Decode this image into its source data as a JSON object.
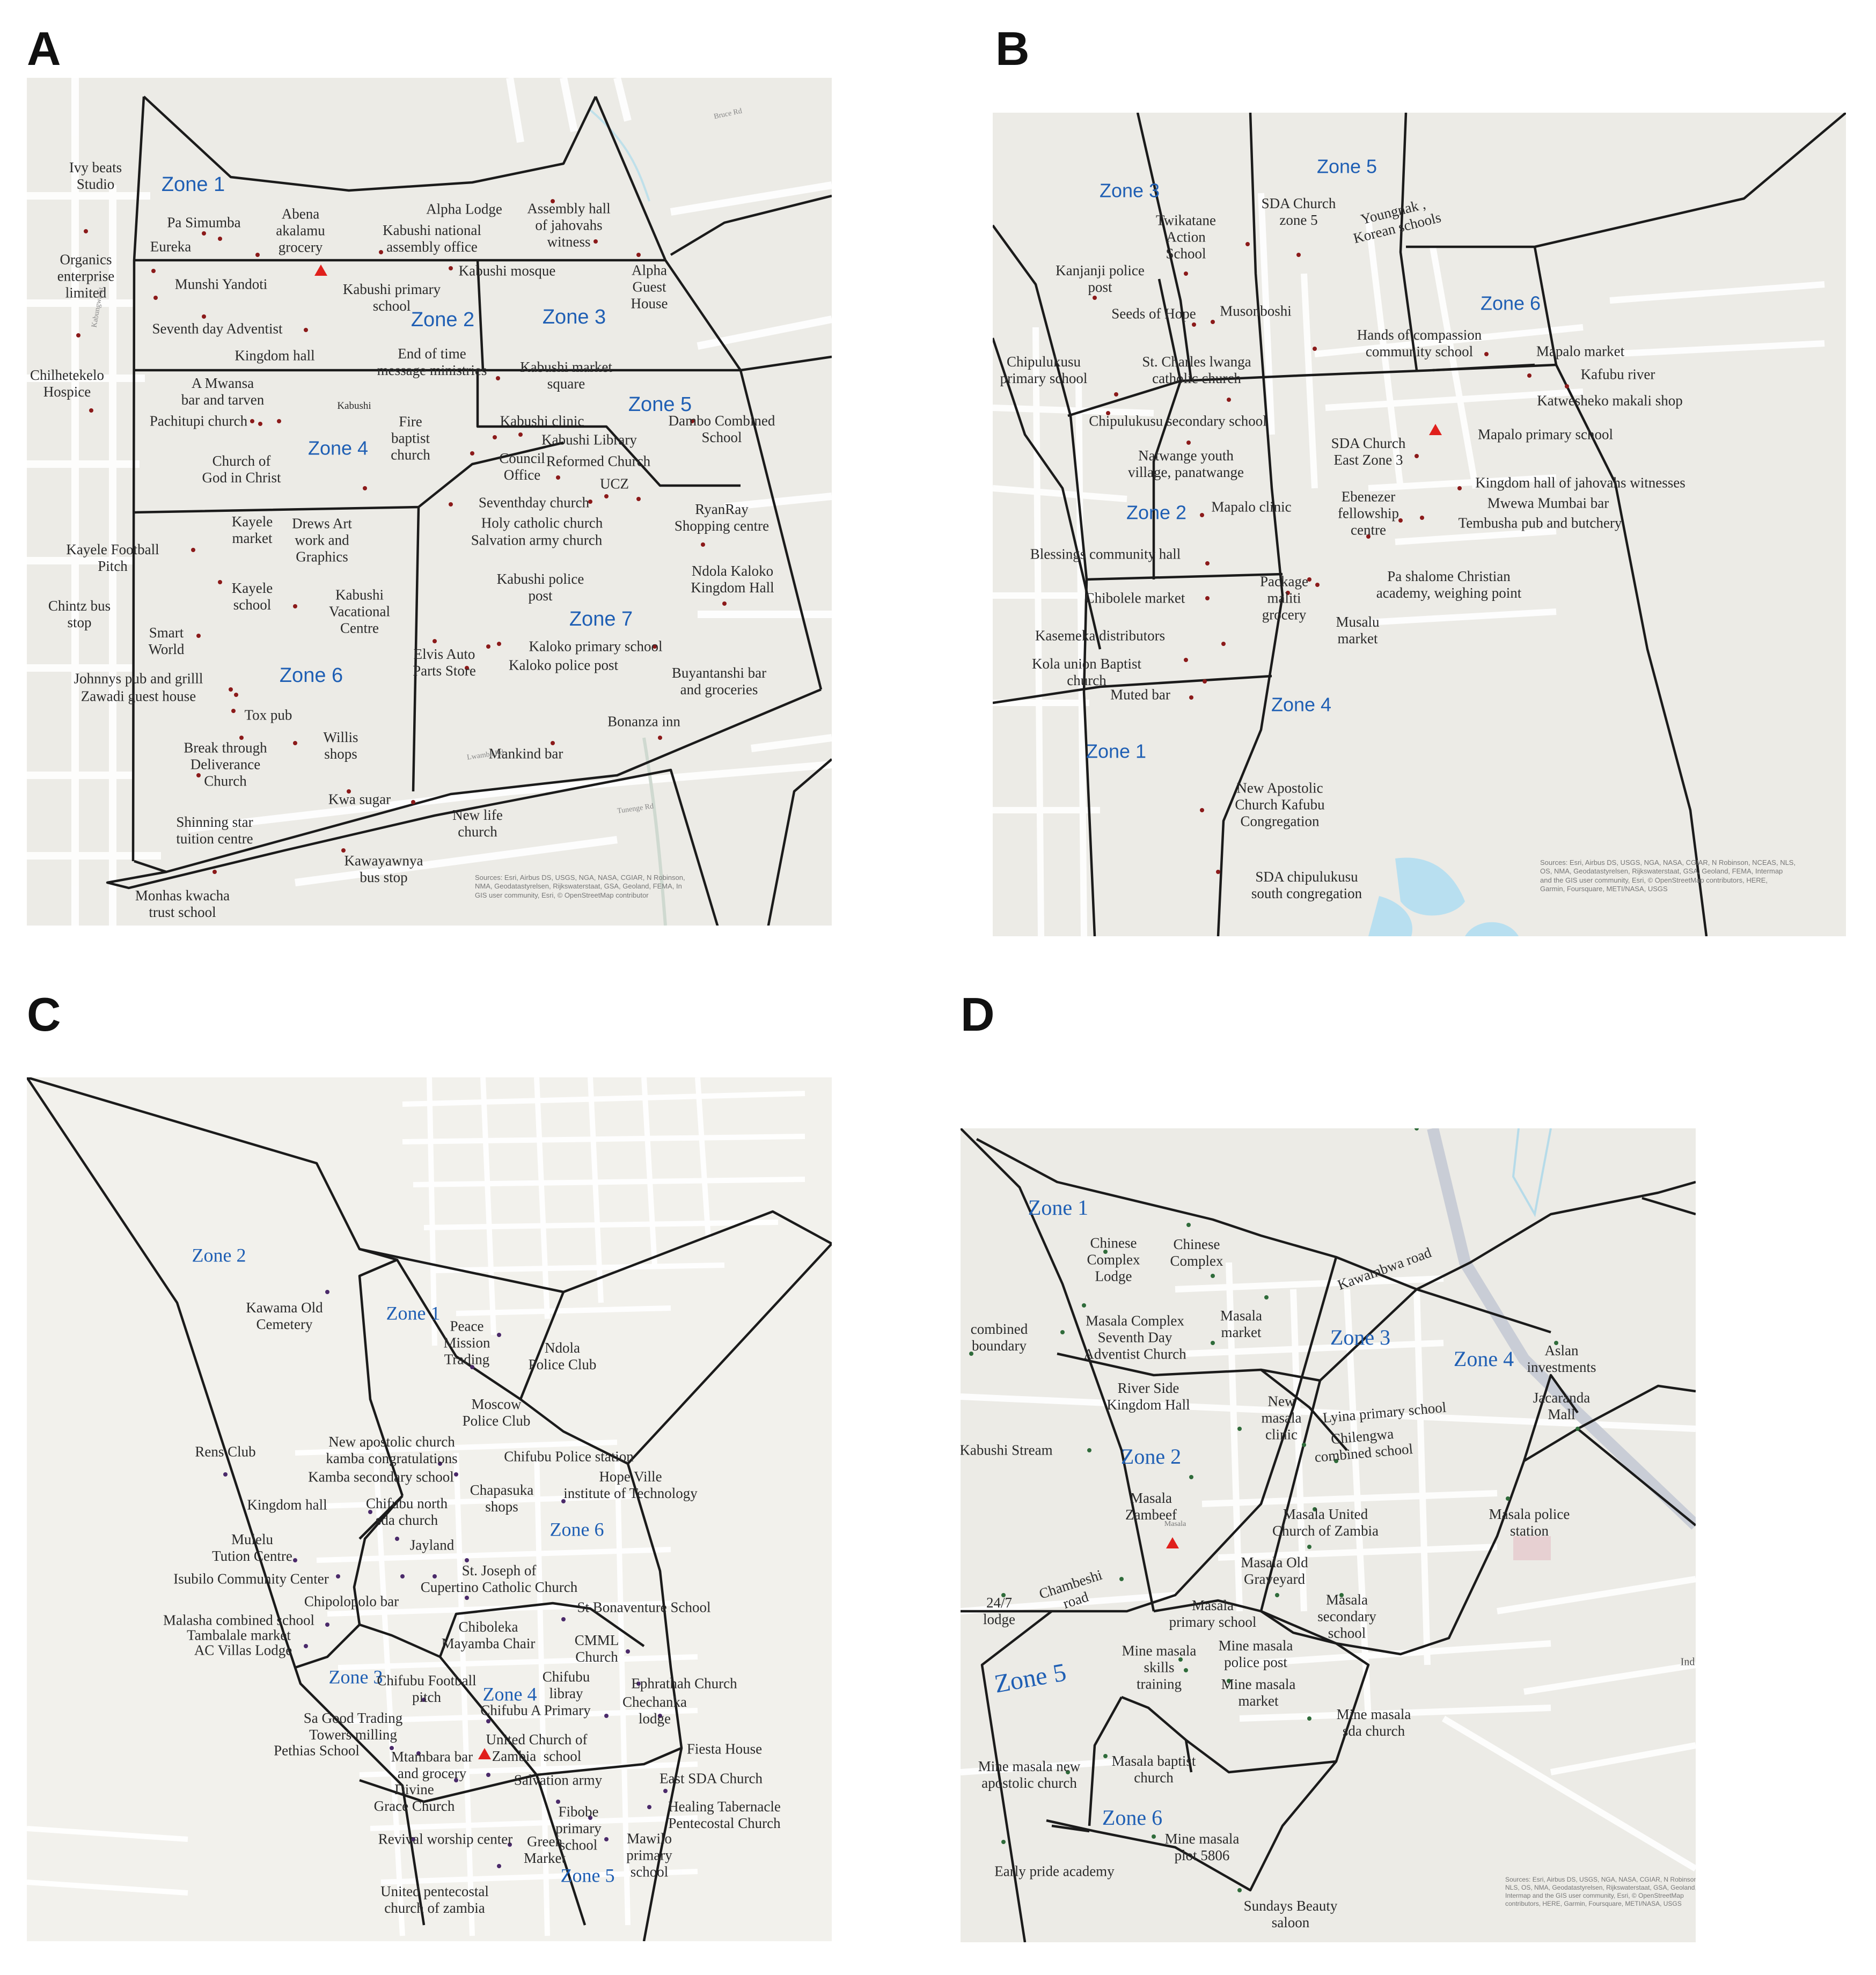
{
  "panels": {
    "a": {
      "letter": "A",
      "zones": [
        "Zone 1",
        "Zone 2",
        "Zone 3",
        "Zone 4",
        "Zone 5",
        "Zone 6",
        "Zone 7"
      ],
      "places": [
        "Ivy beats\nStudio",
        "Pa Simumba",
        "Abena\nakalamu\ngrocery",
        "Alpha Lodge",
        "Assembly hall\nof jahovahs\nwitness",
        "Kabushi national\nassembly office",
        "Eureka",
        "Organics\nenterprise\nlimited",
        "Alpha\nGuest\nHouse",
        "Munshi Yandoti",
        "Kabushi primary\nschool",
        "Kabushi mosque",
        "Seventh day Adventist",
        "Kingdom hall",
        "End of time\nmessage ministries",
        "Kabushi market\nsquare",
        "Chilhetekelo\nHospice",
        "A Mwansa\nbar and tarven",
        "Kabushi",
        "Pachitupi church",
        "Fire\nbaptist\nchurch",
        "Kabushi clinic",
        "Kabushi Library",
        "Dambo Combined\nSchool",
        "Church of\nGod in Christ",
        "Council\nOffice",
        "Reformed Church",
        "UCZ",
        "Seventhday church",
        "RyanRay\nShopping centre",
        "Kayele Football\nPitch",
        "Kayele\nmarket",
        "Drews Art\nwork and\nGraphics",
        "Holy catholic church",
        "Salvation army church",
        "Ndola Kaloko\nKingdom Hall",
        "Kayele\nschool",
        "Chintz bus\nstop",
        "Kabushi\nVacational\nCentre",
        "Kabushi police\npost",
        "Smart\nWorld",
        "Elvis Auto\nParts Store",
        "Kaloko primary school",
        "Kaloko police post",
        "Buyantanshi bar\nand groceries",
        "Johnnys pub and grilll",
        "Zawadi guest house",
        "Tox pub",
        "Willis\nshops",
        "Break through\nDeliverance\nChurch",
        "Bonanza inn",
        "Mankind bar",
        "Kwa sugar",
        "New life\nchurch",
        "Shinning star\ntuition centre",
        "Kawayawnya\nbus stop",
        "Monhas kwacha\ntrust school"
      ],
      "streets": [
        "Bruce Rd",
        "Kabungwa St",
        "Lwamba Rd",
        "Tunenge Rd"
      ],
      "attribution": "Sources: Esri, Airbus DS, USGS, NGA, NASA, CGIAR, N Robinson,\nNMA, Geodatastyrelsen, Rijkswaterstaat, GSA, Geoland, FEMA, In\nGIS user community, Esri, © OpenStreetMap contributor"
    },
    "b": {
      "letter": "B",
      "zones": [
        "Zone 1",
        "Zone 2",
        "Zone 3",
        "Zone 4",
        "Zone 5",
        "Zone 6"
      ],
      "places": [
        "Twikatane\nAction\nSchool",
        "SDA Church\nzone 5",
        "Youngnak ,\nKorean schools",
        "Kanjanji police\npost",
        "Seeds of Hope",
        "Musonboshi",
        "Hands of compassion\ncommunity school",
        "Mapalo market",
        "Chipulukusu\nprimary school",
        "St. Charles lwanga\ncatholic church",
        "Kafubu river",
        "Katwesheko makali shop",
        "Chipulukusu secondary school",
        "SDA Church\nEast Zone 3",
        "Mapalo primary school",
        "Natwange youth\nvillage, panatwange",
        "Kingdom hall of jahovahs witnesses",
        "Mapalo clinic",
        "Ebenezer\nfellowship\ncentre",
        "Mwewa Mumbai bar",
        "Tembusha pub and butchery",
        "Blessings community hall",
        "Pa shalome Christian\nacademy, weighing point",
        "Chibolele market",
        "Package\nmaliti\ngrocery",
        "Kasemeka distributors",
        "Musalu\nmarket",
        "Kola union Baptist\nchurch",
        "Muted bar",
        "New Apostolic\nChurch Kafubu\nCongregation",
        "SDA chipulukusu\nsouth congregation"
      ],
      "attribution": "Sources: Esri, Airbus DS, USGS, NGA, NASA, CGIAR, N Robinson, NCEAS, NLS,\nOS, NMA, Geodatastyrelsen, Rijkswaterstaat, GSA, Geoland, FEMA, Intermap\nand the GIS user community, Esri, © OpenStreetMap contributors, HERE,\nGarmin, Foursquare, METI/NASA, USGS"
    },
    "c": {
      "letter": "C",
      "zones": [
        "Zone 1",
        "Zone 2",
        "Zone 3",
        "Zone 4",
        "Zone 5",
        "Zone 6"
      ],
      "places": [
        "Kawama Old\nCemetery",
        "Peace\nMission\nTrading",
        "Ndola\nPolice Club",
        "Moscow\nPolice Club",
        "Rens Club",
        "New apostolic church\nkamba congratulations",
        "Chifubu Police station",
        "Kamba secondary school",
        "Hope Ville\ninstitute of Technology",
        "Chapasuka\nshops",
        "Kingdom hall",
        "Chifubu north\nsda church",
        "Mulelu\nTution Centre",
        "Jayland",
        "Isubilo Community Center",
        "St. Joseph of\nCupertino Catholic Church",
        "Chipolopolo bar",
        "St Bonaventure School",
        "Malasha combined school",
        "Chiboleka\nMayamba Chair",
        "Tambalale market",
        "AC Villas Lodge",
        "CMML\nChurch",
        "Chifubu Football\npitch",
        "Ephrathah Church",
        "Chifubu\nlibray",
        "Chifubu A Primary",
        "Chechanka\nlodge",
        "Sa Good Trading\nTowers milling",
        "Pethias School",
        "United Church of\nZambia  school",
        "Mtambara bar\nand grocery",
        "Salvation army",
        "Fiesta House",
        "East SDA Church",
        "Divine\nGrace Church",
        "Fibobe\nprimary\nschool",
        "Healing Tabernacle\nPentecostal Church",
        "Revival worship center",
        "Green\nMarket",
        "Mawilo\nprimary\nschool",
        "United pentecostal\nchurch of zambia"
      ]
    },
    "d": {
      "letter": "D",
      "zones": [
        "Zone 1",
        "Zone 2",
        "Zone 3",
        "Zone 4",
        "Zone 5",
        "Zone 6"
      ],
      "places": [
        "Chinese\nComplex\nLodge",
        "Chinese\nComplex",
        "combined\nboundary",
        "Masala Complex\nSeventh Day\nAdventist Church",
        "Masala\nmarket",
        "Aslan\ninvestments",
        "River Side\nKingdom Hall",
        "New\nmasala\nclinic",
        "Lyina primary school",
        "Jacaranda\nMall",
        "Chilengwa\ncombined school",
        "Kabushi Stream",
        "Masala\nZambeef",
        "Masala United\nChurch of Zambia",
        "Masala police\nstation",
        "Masala Old\nGraveyard",
        "Chambeshi\nroad",
        "24/7\nlodge",
        "Masala\nprimary school",
        "Masala\nsecondary\nschool",
        "Mine masala\nskills\ntraining",
        "Mine masala\npolice post",
        "Mine masala\nmarket",
        "Mine masala\nsda church",
        "Mine masala new\napostolic church",
        "Masala baptist\nchurch",
        "Mine masala\nplot 5806",
        "Early pride academy",
        "Sundays Beauty\nsaloon"
      ],
      "roads": [
        "Kawambwa road",
        "Masala",
        "Ind"
      ],
      "attribution": "Sources: Esri, Airbus DS, USGS, NGA, NASA, CGIAR, N Robinson, NCEAS,\nNLS, OS, NMA, Geodatastyrelsen, Rijkswaterstaat, GSA, Geoland, FEMA,\nIntermap and the GIS user community, Esri, © OpenStreetMap\ncontributors, HERE, Garmin, Foursquare, METI/NASA, USGS"
    }
  }
}
